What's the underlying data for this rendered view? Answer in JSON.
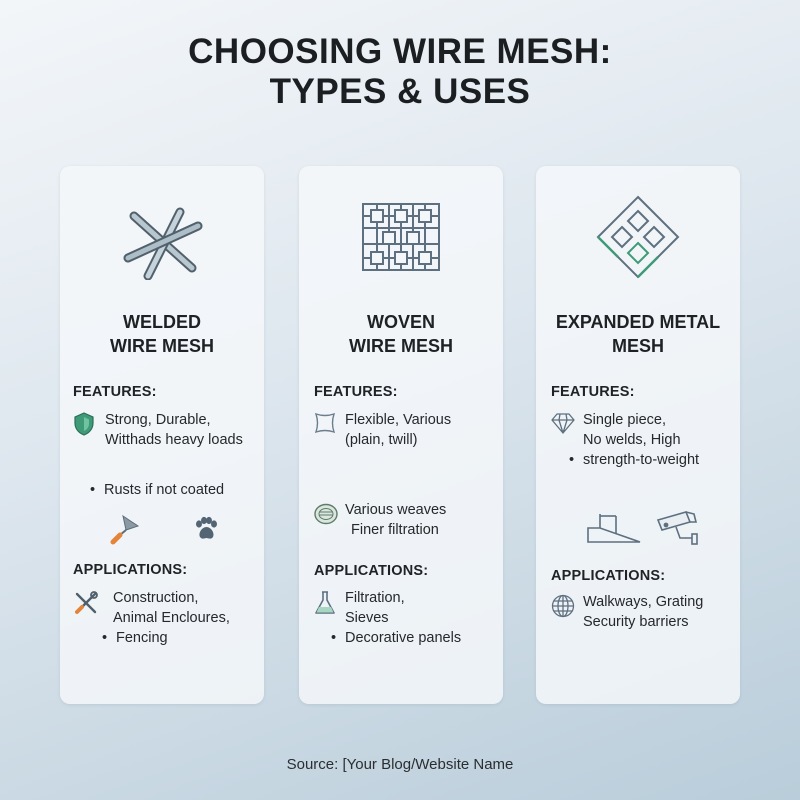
{
  "title": {
    "line1": "CHOOSING WIRE MESH:",
    "line2": "TYPES & USES"
  },
  "cards": [
    {
      "main_icon": "crossed-rods-icon",
      "title_line1": "WELDED",
      "title_line2": "WIRE MESH",
      "features_label": "FEATURES:",
      "feature1_line1": "Strong, Durable,",
      "feature1_line2": "Witthads heavy loads",
      "feature2": "Rusts if not coated",
      "applications_label": "APPLICATIONS:",
      "app_line1": "Construction,",
      "app_line2": "Animal Encloures,",
      "app_line3": "Fencing"
    },
    {
      "main_icon": "woven-grid-icon",
      "title_line1": "WOVEN",
      "title_line2": "WIRE MESH",
      "features_label": "FEATURES:",
      "feature1_line1": "Flexible, Various",
      "feature1_line2": "(plain, twill)",
      "feature2_line1": "Various weaves",
      "feature2_line2": "Finer filtration",
      "applications_label": "APPLICATIONS:",
      "app_line1": "Filtration,",
      "app_line2": "Sieves",
      "app_line3": "Decorative panels"
    },
    {
      "main_icon": "diamond-pattern-icon",
      "title_line1": "EXPANDED METAL",
      "title_line2": "MESH",
      "features_label": "FEATURES:",
      "feature1_line1": "Single piece,",
      "feature1_line2": "No welds, High",
      "feature1_line3": "strength-to-weight",
      "applications_label": "APPLICATIONS:",
      "app_line1": "Walkways, Grating",
      "app_line2": "Security barriers"
    }
  ],
  "source": "Source: [Your Blog/Website Name",
  "colors": {
    "accent_green": "#3f9a78",
    "steel": "#6f8797",
    "orange": "#e4843a"
  }
}
